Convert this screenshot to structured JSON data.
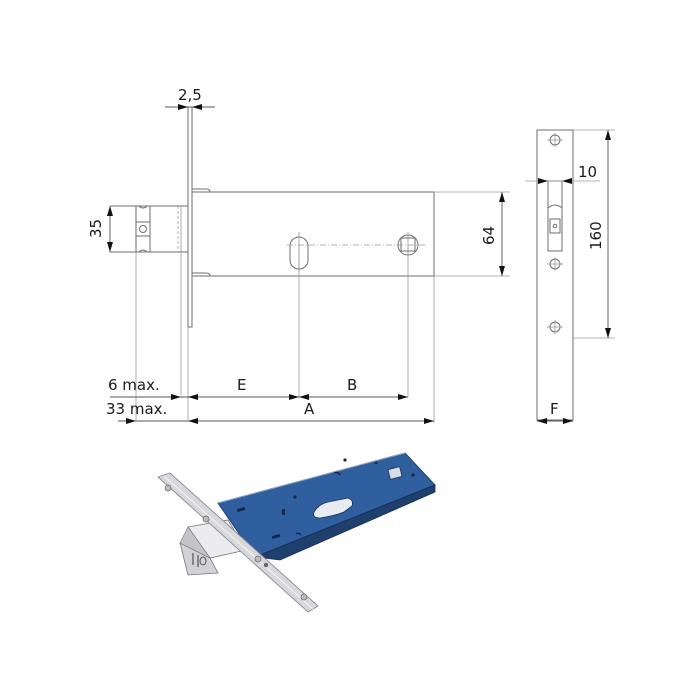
{
  "diagram": {
    "subject": "Mortise lock technical drawing",
    "dimensions": {
      "faceplate_thickness": "2,5",
      "latch_height": "35",
      "case_height": "64",
      "strike_width": "10",
      "strike_length": "160",
      "latch_projection": "6 max.",
      "faceplate_to_case": "33 max.",
      "backset_label": "E",
      "distance_label": "B",
      "case_depth_label": "A",
      "faceplate_width_label": "F"
    },
    "colors": {
      "line": "#6e6e6e",
      "text": "#1a1a1a",
      "case_blue": "#2f5f9e",
      "case_blue_dark": "#1f3f6e",
      "faceplate_steel": "#d8d8dc"
    },
    "views": [
      "side-elevation",
      "faceplate-front",
      "isometric-render"
    ]
  }
}
